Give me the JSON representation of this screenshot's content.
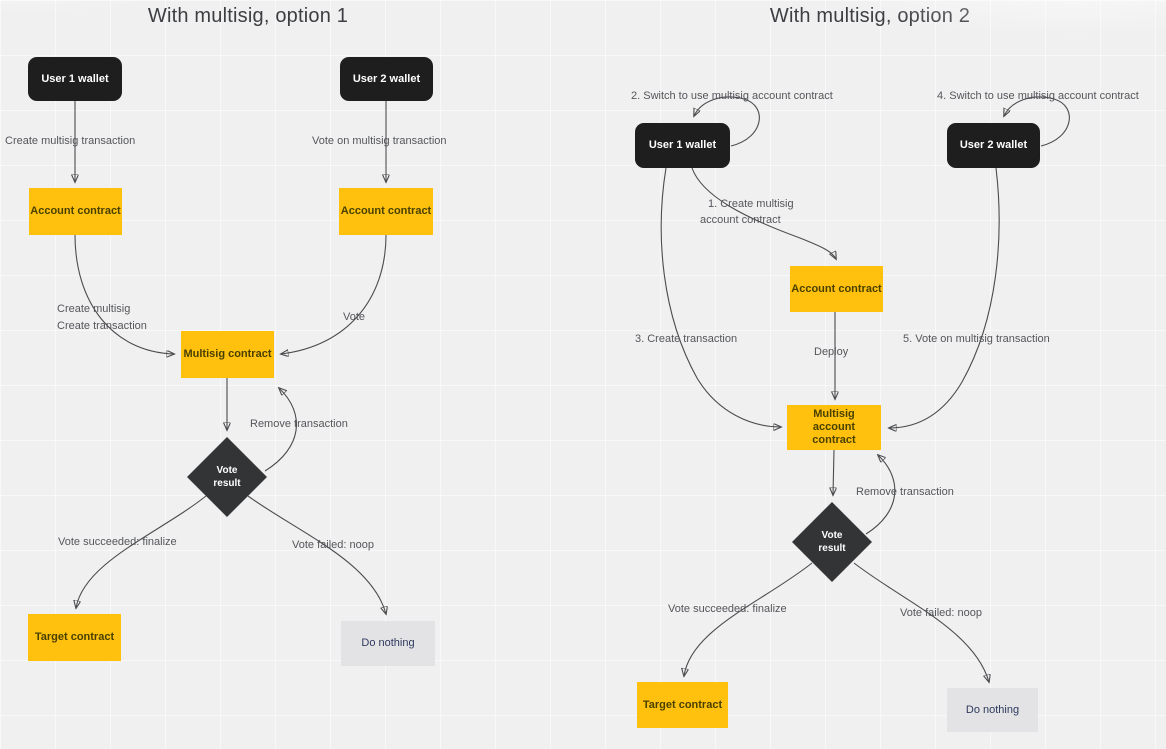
{
  "colors": {
    "canvas_background": "#f0f0f1",
    "wallet_node": "#1e1e1e",
    "contract_node": "#ffc10e",
    "contract_node_text": "#4a4100",
    "noop_node": "#e3e3e5",
    "noop_node_text": "#2e3a5e",
    "decision_diamond": "#333436",
    "edge_stroke": "#4b4c4e",
    "label_text": "#55565a",
    "title_text": "#3d3e42"
  },
  "left": {
    "title": "With multisig, option 1",
    "nodes": {
      "user1_wallet": "User 1 wallet",
      "user2_wallet": "User 2 wallet",
      "account_contract_1": "Account contract",
      "account_contract_2": "Account contract",
      "multisig_contract": "Multisig contract",
      "vote_result": "Vote result",
      "target_contract": "Target contract",
      "do_nothing": "Do nothing"
    },
    "edge_labels": {
      "create_multisig_transaction": "Create multisig transaction",
      "vote_on_multisig_transaction": "Vote on multisig transaction",
      "create_multisig": "Create multisig",
      "create_transaction": "Create transaction",
      "vote": "Vote",
      "remove_transaction": "Remove transaction",
      "vote_succeeded": "Vote succeeded: finalize",
      "vote_failed": "Vote failed: noop"
    }
  },
  "right": {
    "title": "With multisig, option 2",
    "nodes": {
      "user1_wallet": "User 1 wallet",
      "user2_wallet": "User 2 wallet",
      "account_contract": "Account contract",
      "multisig_account_contract": "Multisig account contract",
      "vote_result": "Vote result",
      "target_contract": "Target contract",
      "do_nothing": "Do nothing"
    },
    "edge_labels": {
      "switch_user1": "2. Switch to use multisig account contract",
      "switch_user2": "4. Switch to use multisig account contract",
      "create_account_line1": "1. Create multisig",
      "create_account_line2": "account contract",
      "create_transaction": "3. Create transaction",
      "deploy": "Deploy",
      "vote_on_transaction": "5. Vote on multisig transaction",
      "remove_transaction": "Remove transaction",
      "vote_succeeded": "Vote succeeded: finalize",
      "vote_failed": "Vote failed: noop"
    }
  }
}
